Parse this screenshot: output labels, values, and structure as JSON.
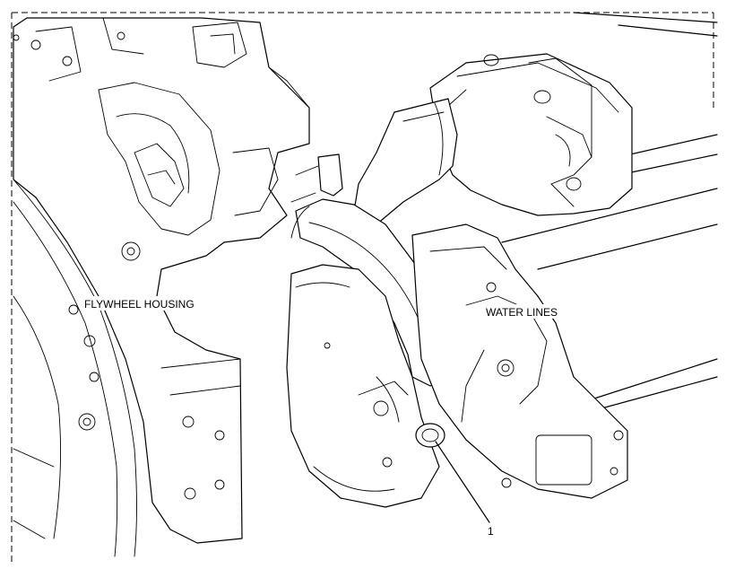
{
  "diagram": {
    "labels": {
      "flywheel_housing": "FLYWHEEL HOUSING",
      "water_lines": "WATER LINES",
      "callout_1": "1"
    }
  }
}
